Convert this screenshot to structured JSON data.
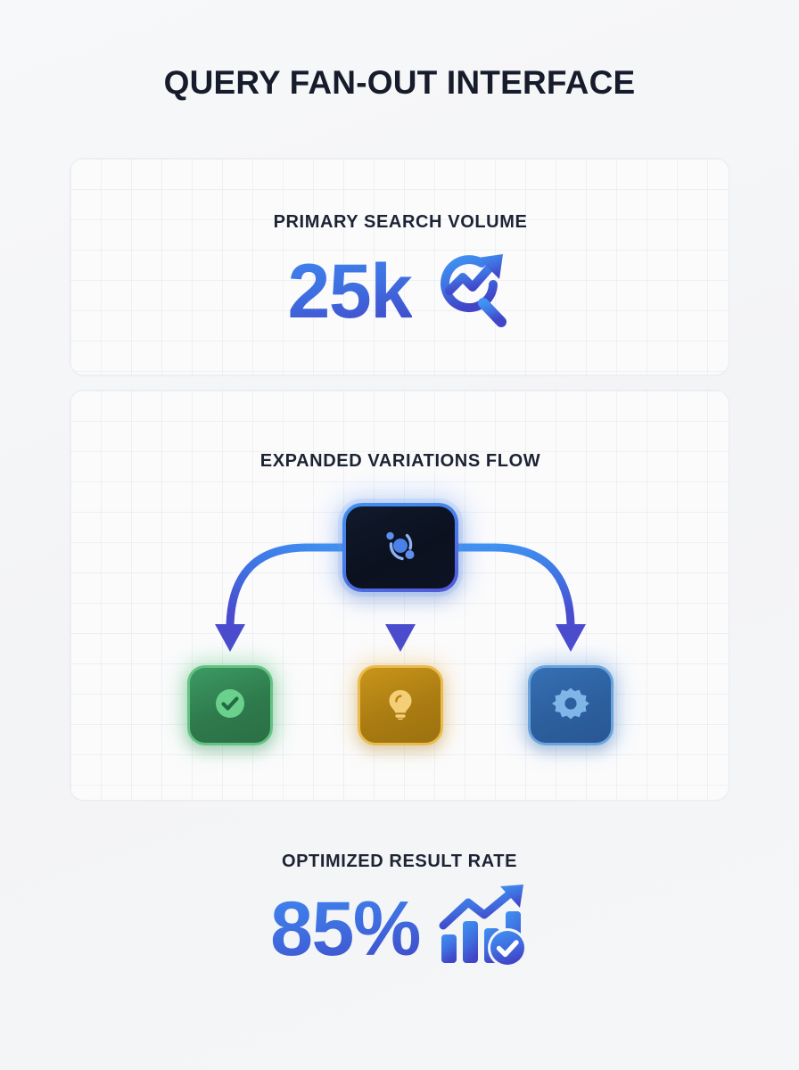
{
  "header": {
    "title": "QUERY FAN-OUT INTERFACE"
  },
  "volume_card": {
    "label": "PRIMARY SEARCH VOLUME",
    "value": "25k",
    "icon": "search-trend-icon"
  },
  "flow_card": {
    "label": "EXPANDED VARIATIONS FLOW",
    "hub": {
      "icon": "atom-orbit-icon",
      "name": "query-hub-node"
    },
    "branches": [
      {
        "name": "verified",
        "icon": "check-circle-icon",
        "color": "#2e7a4c",
        "border": "#63c482"
      },
      {
        "name": "insight",
        "icon": "lightbulb-icon",
        "color": "#aa7c12",
        "border": "#ebbb4e"
      },
      {
        "name": "settings",
        "icon": "gear-icon",
        "color": "#2c5f9e",
        "border": "#6aa4dd"
      }
    ]
  },
  "rate_block": {
    "label": "OPTIMIZED RESULT RATE",
    "value": "85%",
    "icon": "bar-chart-check-icon"
  },
  "theme": {
    "background": "#f4f5f7",
    "card_background": "#fbfbfc",
    "card_border": "#ececf0",
    "text_primary": "#161c2b",
    "gradient_start": "#3f86ef",
    "gradient_end": "#4146c8",
    "grid_line": "#d2d6de"
  }
}
